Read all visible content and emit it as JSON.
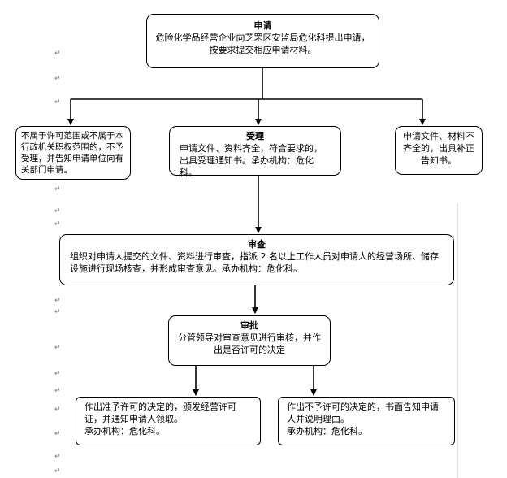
{
  "paragraph_mark": "↵",
  "boxes": {
    "apply": {
      "title": "申请",
      "text": "危险化学品经营企业向芝罘区安监局危化科提出申请，按要求提交相应申请材料。"
    },
    "not_in_scope": {
      "text": "不属于许可范围或不属于本行政机关职权范围的，不予受理，并告知申请单位向有关部门申请。"
    },
    "accept": {
      "title": "受理",
      "text": "申请文件、资料齐全，符合要求的，出具受理通知书。承办机构：危化科。"
    },
    "incomplete": {
      "text": "申请文件、材料不齐全的，出具补正告知书。"
    },
    "review": {
      "title": "审查",
      "text": "组织对申请人提交的文件、资料进行审查，指派 2 名以上工作人员对申请人的经营场所、储存设施进行现场核查，并形成审查意见。承办机构：危化科。"
    },
    "approve": {
      "title": "审批",
      "text": "分管领导对审查意见进行审核，并作出是否许可的决定"
    },
    "grant": {
      "text": "作出准予许可的决定的，颁发经营许可证，并通知申请人领取。",
      "org": "承办机构：危化科。"
    },
    "deny": {
      "text": "作出不予许可的决定的，书面告知申请人并说明理由。",
      "org": "承办机构：危化科。"
    }
  }
}
